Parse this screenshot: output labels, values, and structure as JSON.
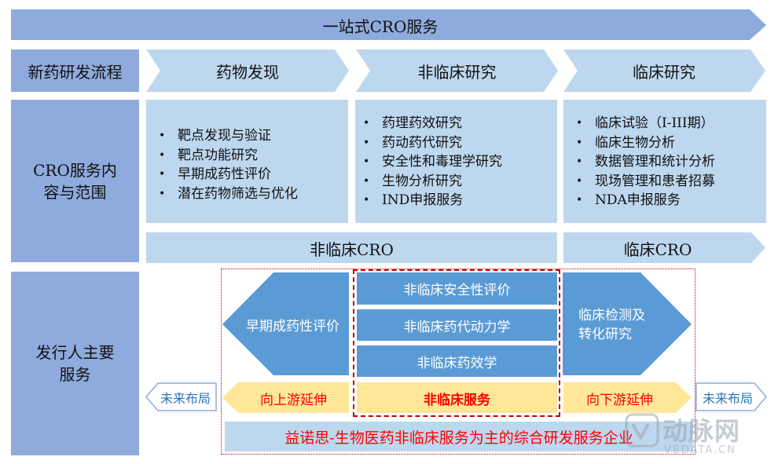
{
  "banner": {
    "title": "一站式CRO服务"
  },
  "rows": {
    "process_label": "新药研发流程",
    "content_label": "CRO服务内\n容与范围",
    "issuer_label": "发行人主要\n服务"
  },
  "stages": [
    {
      "title": "药物发现",
      "items": [
        "靶点发现与验证",
        "靶点功能研究",
        "早期成药性评价",
        "潜在药物筛选与优化"
      ]
    },
    {
      "title": "非临床研究",
      "items": [
        "药理药效研究",
        "药动药代研究",
        "安全性和毒理学研究",
        "生物分析研究",
        "IND申报服务"
      ]
    },
    {
      "title": "临床研究",
      "items": [
        "临床试验（I-III期）",
        "临床生物分析",
        "数据管理和统计分析",
        "现场管理和患者招募",
        "NDA申报服务"
      ]
    }
  ],
  "cro_bars": {
    "nonclinical": "非临床CRO",
    "clinical": "临床CRO"
  },
  "issuer": {
    "left_pentagon": "早期成药性评价",
    "center_items": [
      "非临床安全性评价",
      "非临床药代动力学",
      "非临床药效学"
    ],
    "right_pentagon": "临床检测及\n转化研究",
    "future_left": "未来布局",
    "future_right": "未来布局",
    "upstream": "向上游延伸",
    "core": "非临床服务",
    "downstream": "向下游延伸",
    "company": "益诺思-生物医药非临床服务为主的综合研发服务企业"
  },
  "watermark": {
    "brand": "动脉网",
    "site": "VBDATA.CN"
  },
  "colors": {
    "label_bg": "#8faadc",
    "content_bg": "#bdd7ee",
    "arrow_light": "#bdd7ee",
    "pentagon_blue": "#5b9bd5",
    "yellow": "#ffe699",
    "red_text": "#ff0000",
    "dashed_red": "#c00000"
  }
}
